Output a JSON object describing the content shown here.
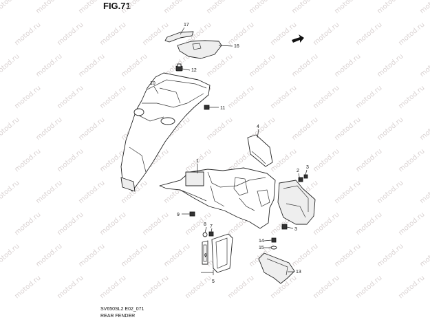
{
  "figure_title": "FIG.71",
  "diagram_code": "SV650SL2 E02_071",
  "part_name": "REAR FENDER",
  "watermark": "motod.ru",
  "callouts": [
    "1",
    "2",
    "3",
    "3",
    "4",
    "5",
    "6",
    "7",
    "8",
    "9",
    "10",
    "11",
    "12",
    "13",
    "14",
    "15",
    "16",
    "17"
  ]
}
